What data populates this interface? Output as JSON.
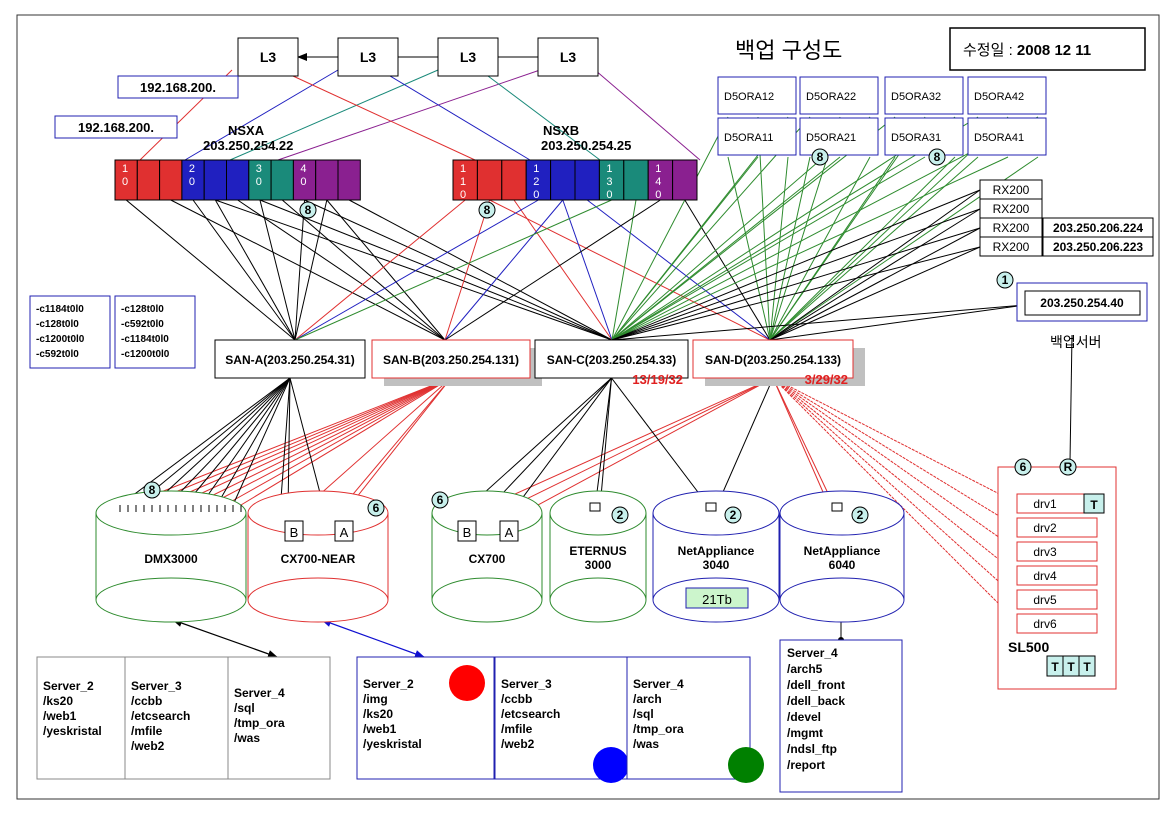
{
  "title": "백업 구성도",
  "revision": {
    "label": "수정일 :",
    "date": "2008 12 11"
  },
  "l3": [
    "L3",
    "L3",
    "L3",
    "L3"
  ],
  "ip_boxes": [
    "192.168.200.",
    "192.168.200."
  ],
  "nsx": [
    {
      "name": "NSXA",
      "ip": "203.250.254.22",
      "badge": "8",
      "ports": [
        [
          "1",
          "0"
        ],
        [
          "",
          ""
        ],
        [
          "",
          ""
        ],
        [
          "2",
          "0"
        ],
        [
          "",
          ""
        ],
        [
          "",
          ""
        ],
        [
          "3",
          "0"
        ],
        [
          "",
          ""
        ],
        [
          "4",
          "0"
        ],
        [
          "",
          ""
        ],
        [
          "",
          ""
        ]
      ]
    },
    {
      "name": "NSXB",
      "ip": "203.250.254.25",
      "badge": "8",
      "ports": [
        [
          "1",
          "1",
          "0"
        ],
        [
          "",
          ""
        ],
        [
          "",
          ""
        ],
        [
          "1",
          "2",
          "0"
        ],
        [
          "",
          ""
        ],
        [
          "",
          ""
        ],
        [
          "1",
          "3",
          "0"
        ],
        [
          "",
          ""
        ],
        [
          "1",
          "4",
          "0"
        ],
        [
          "",
          ""
        ]
      ]
    }
  ],
  "dsora": {
    "row1": [
      "D5ORA12",
      "D5ORA22",
      "D5ORA32",
      "D5ORA42"
    ],
    "row2": [
      "D5ORA11",
      "D5ORA21",
      "D5ORA31",
      "D5ORA41"
    ],
    "badges": [
      "8",
      "8"
    ]
  },
  "rx": [
    {
      "label": "RX200",
      "ip": ""
    },
    {
      "label": "RX200",
      "ip": ""
    },
    {
      "label": "RX200",
      "ip": "203.250.206.224"
    },
    {
      "label": "RX200",
      "ip": "203.250.206.223"
    }
  ],
  "backup_server": {
    "badge": "1",
    "ip": "203.250.254.40",
    "label": "백업서버"
  },
  "lun_lists": [
    [
      "-c1184t0l0",
      "-c128t0l0",
      "-c1200t0l0",
      "-c592t0l0"
    ],
    [
      "-c128t0l0",
      "-c592t0l0",
      "-c1184t0l0",
      "-c1200t0l0"
    ]
  ],
  "san": [
    {
      "label": "SAN-A(203.250.254.31)",
      "note": ""
    },
    {
      "label": "SAN-B(203.250.254.131)",
      "note": ""
    },
    {
      "label": "SAN-C(203.250.254.33)",
      "note": "13/19/32"
    },
    {
      "label": "SAN-D(203.250.254.133)",
      "note": "3/29/32"
    }
  ],
  "storage": [
    {
      "name": "DMX3000",
      "badge": "8",
      "color": "#2e8b2e"
    },
    {
      "name": "CX700-NEAR",
      "badge": "6",
      "color": "#e03030",
      "ports": [
        "B",
        "A"
      ]
    },
    {
      "name": "CX700",
      "badge": "6",
      "color": "#2e8b2e",
      "ports": [
        "B",
        "A"
      ]
    },
    {
      "name": "ETERNUS\n3000",
      "badge": "2",
      "color": "#2e8b2e"
    },
    {
      "name": "NetAppliance\n3040",
      "badge": "2",
      "color": "#2020b0",
      "capacity": "21Tb"
    },
    {
      "name": "NetAppliance\n6040",
      "badge": "2",
      "color": "#2020b0"
    }
  ],
  "library": {
    "badge": "6",
    "robot": "R",
    "drives": [
      "drv1",
      "drv2",
      "drv3",
      "drv4",
      "drv5",
      "drv6"
    ],
    "drive_tag": "T",
    "name": "SL500",
    "slots": [
      "T",
      "T",
      "T"
    ]
  },
  "servers_gray": [
    [
      "Server_2",
      "/ks20",
      "/web1",
      "/yeskristal"
    ],
    [
      "Server_3",
      "/ccbb",
      "/etcsearch",
      "/mfile",
      "/web2"
    ],
    [
      "Server_4",
      "/sql",
      "/tmp_ora",
      "/was"
    ]
  ],
  "servers_blue": [
    {
      "lines": [
        "Server_2",
        "/img",
        "/ks20",
        "/web1",
        "/yeskristal"
      ],
      "dot": "#ff0000"
    },
    {
      "lines": [
        "Server_3",
        "/ccbb",
        "/etcsearch",
        "/mfile",
        "/web2"
      ],
      "dot": "#0000ff"
    },
    {
      "lines": [
        "Server_4",
        "/arch",
        "/sql",
        "/tmp_ora",
        "/was"
      ],
      "dot": "#008000"
    }
  ],
  "server_6040": [
    "Server_4",
    "/arch5",
    "/dell_front",
    "/dell_back",
    "/devel",
    "/mgmt",
    "/ndsl_ftp",
    "/report"
  ]
}
